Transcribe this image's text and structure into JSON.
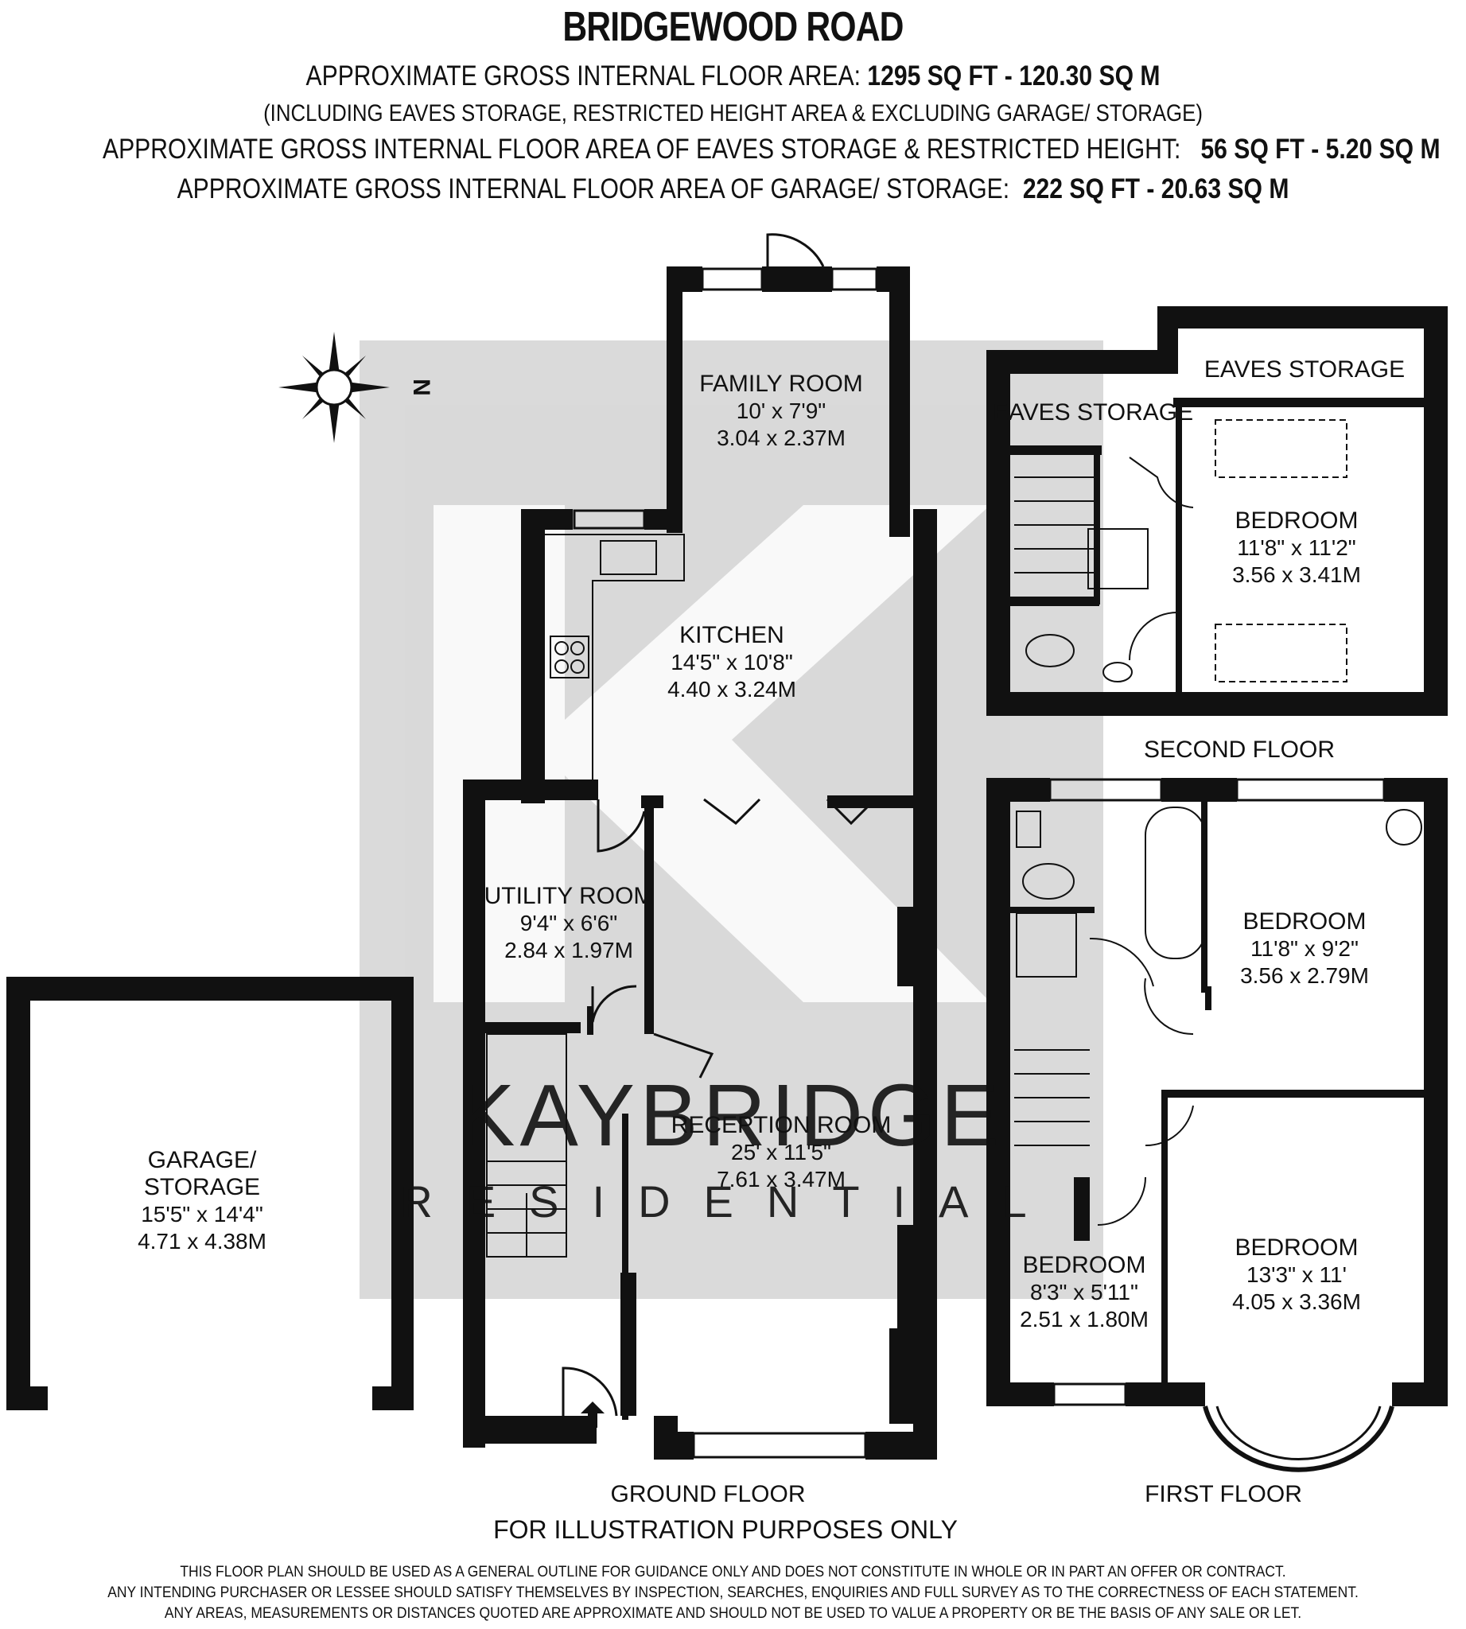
{
  "title": "BRIDGEWOOD ROAD",
  "header": {
    "line1_label": "APPROXIMATE GROSS INTERNAL FLOOR AREA:",
    "line1_value": "1295 SQ FT  -  120.30 SQ M",
    "line2": "(INCLUDING EAVES STORAGE,  RESTRICTED HEIGHT AREA & EXCLUDING GARAGE/ STORAGE)",
    "line3_label": "APPROXIMATE GROSS INTERNAL FLOOR AREA OF EAVES STORAGE & RESTRICTED HEIGHT:",
    "line3_value": "56 SQ FT  -  5.20 SQ M",
    "line4_label": "APPROXIMATE GROSS INTERNAL FLOOR AREA OF GARAGE/ STORAGE:",
    "line4_value": "222 SQ FT  -  20.63 SQ M"
  },
  "compass": {
    "label": "N",
    "icon": "compass-rose-icon"
  },
  "watermark": {
    "brand": "KAYBRIDGE",
    "sub": "RESIDENTIAL",
    "color": "#c8c8c8",
    "accent": "#b03030"
  },
  "rooms": {
    "family_room": {
      "name": "FAMILY ROOM",
      "imperial": "10' x 7'9\"",
      "metric": "3.04 x 2.37M"
    },
    "kitchen": {
      "name": "KITCHEN",
      "imperial": "14'5\" x 10'8\"",
      "metric": "4.40 x 3.24M"
    },
    "utility": {
      "name": "UTILITY ROOM",
      "imperial": "9'4\" x 6'6\"",
      "metric": "2.84 x 1.97M"
    },
    "reception": {
      "name": "RECEPTION ROOM",
      "imperial": "25' x 11'5\"",
      "metric": "7.61 x 3.47M"
    },
    "garage": {
      "name1": "GARAGE/",
      "name2": "STORAGE",
      "imperial": "15'5\" x 14'4\"",
      "metric": "4.71 x 4.38M"
    },
    "eaves_right": {
      "name": "EAVES STORAGE"
    },
    "eaves_left": {
      "name": "EAVES STORAGE"
    },
    "bedroom_second": {
      "name": "BEDROOM",
      "imperial": "11'8\" x 11'2\"",
      "metric": "3.56 x 3.41M"
    },
    "bedroom_first_a": {
      "name": "BEDROOM",
      "imperial": "11'8\" x 9'2\"",
      "metric": "3.56 x 2.79M"
    },
    "bedroom_first_b": {
      "name": "BEDROOM",
      "imperial": "13'3\" x 11'",
      "metric": "4.05 x 3.36M"
    },
    "bedroom_first_c": {
      "name": "BEDROOM",
      "imperial": "8'3\" x 5'11\"",
      "metric": "2.51 x 1.80M"
    }
  },
  "floors": {
    "ground": "GROUND FLOOR",
    "first": "FIRST FLOOR",
    "second": "SECOND FLOOR"
  },
  "illustration_note": "FOR ILLUSTRATION PURPOSES ONLY",
  "disclaimer": [
    "THIS FLOOR PLAN SHOULD BE USED AS A GENERAL OUTLINE FOR GUIDANCE ONLY AND DOES NOT CONSTITUTE IN WHOLE OR IN PART AN OFFER OR CONTRACT.",
    "ANY INTENDING PURCHASER OR LESSEE SHOULD SATISFY THEMSELVES BY INSPECTION, SEARCHES, ENQUIRIES AND FULL SURVEY AS TO THE CORRECTNESS OF EACH STATEMENT.",
    "ANY AREAS, MEASUREMENTS OR DISTANCES QUOTED ARE APPROXIMATE AND SHOULD NOT BE USED TO VALUE A PROPERTY OR BE THE BASIS OF ANY SALE OR LET."
  ]
}
